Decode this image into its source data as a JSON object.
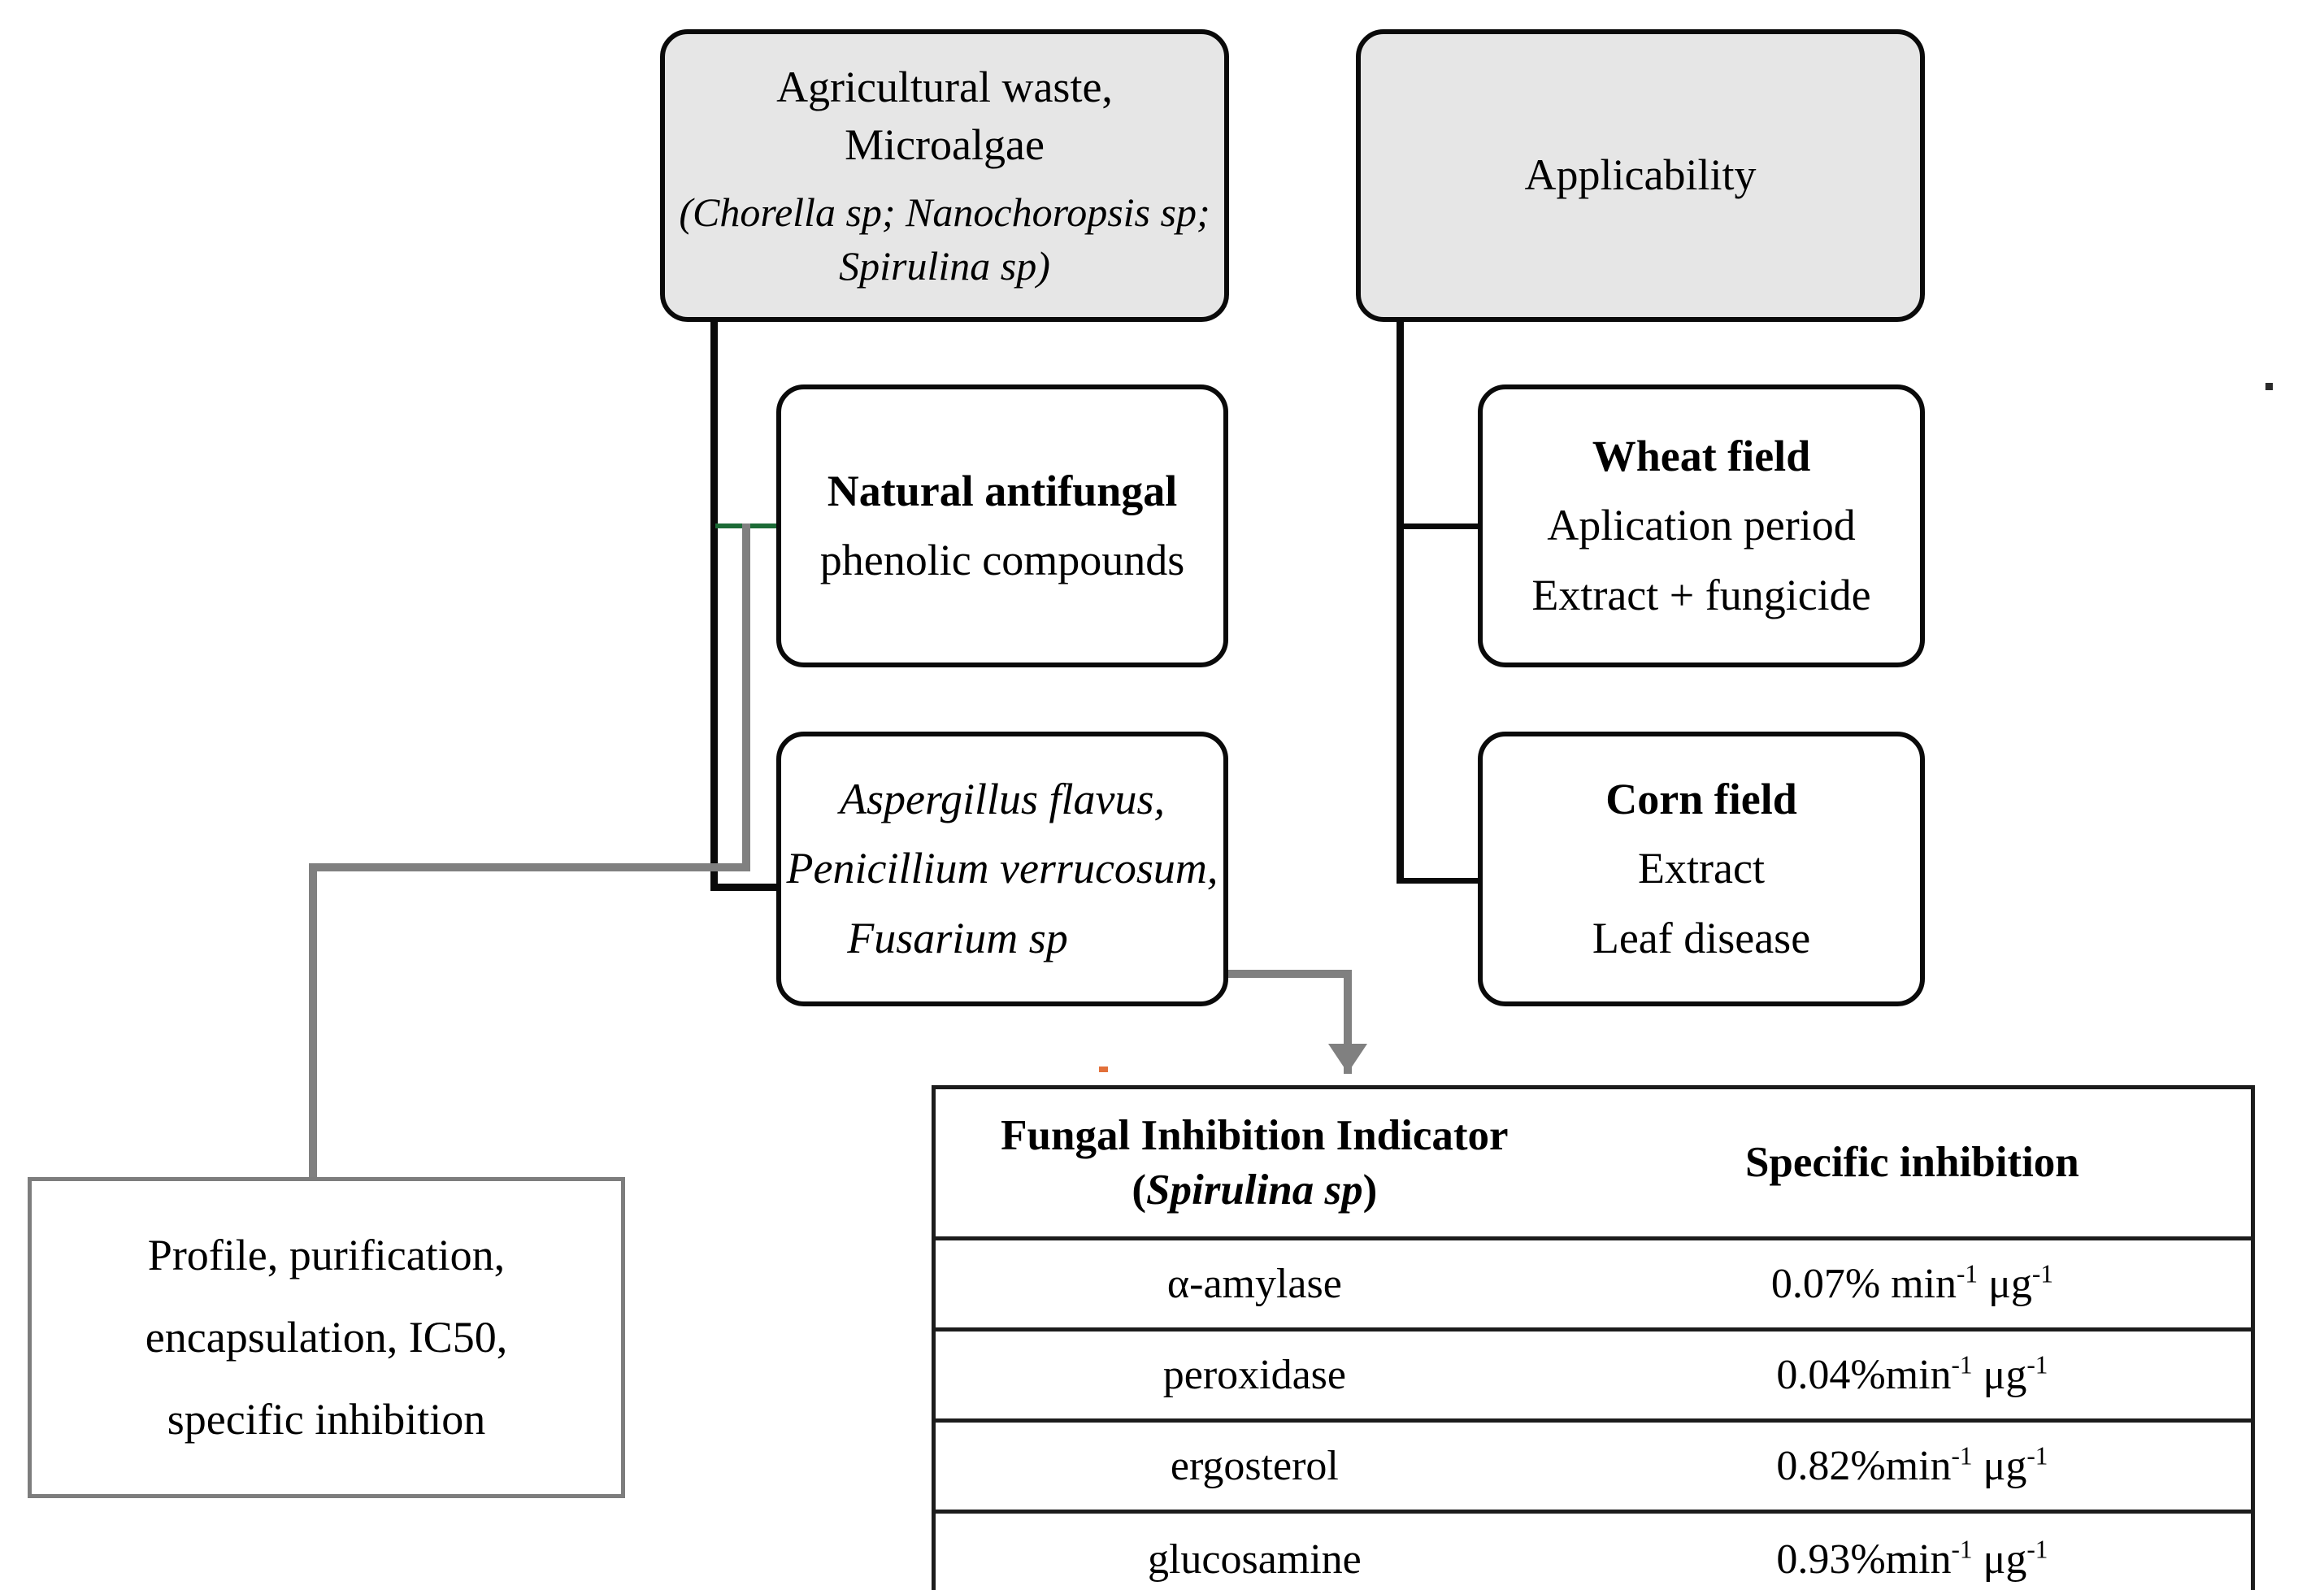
{
  "diagram": {
    "title": "Antifungal microalgae extract workflow",
    "colors": {
      "box_border": "#0a0a0a",
      "box_shaded_fill": "#e6e6e6",
      "connector_black": "#0a0a0a",
      "connector_gray": "#808080",
      "connector_green": "#1c6b36",
      "table_border": "#1c1c1c",
      "plain_box_border": "#7d7d7d"
    },
    "nodes": {
      "source": {
        "name": "agricultural-waste-microalgae",
        "line1": "Agricultural waste,",
        "line2": "Microalgae",
        "line3": "(Chorella sp; Nanochoropsis sp;",
        "line4": "Spirulina sp)",
        "shaded": true
      },
      "applicability": {
        "name": "applicability",
        "line1": "Applicability",
        "shaded": true
      },
      "antifungal": {
        "name": "natural-antifungal",
        "line1": "Natural antifungal",
        "line2": "phenolic compounds"
      },
      "fungi": {
        "name": "target-fungi",
        "line1": "Aspergillus flavus,",
        "line2": "Penicillium verrucosum,",
        "line3": "Fusarium sp"
      },
      "wheat": {
        "name": "wheat-field",
        "line1": "Wheat field",
        "line2": "Aplication period",
        "line3": "Extract + fungicide"
      },
      "corn": {
        "name": "corn-field",
        "line1": "Corn field",
        "line2": "Extract",
        "line3": "Leaf disease"
      },
      "analysis": {
        "name": "analysis-outputs",
        "line1": "Profile,  purification,",
        "line2": "encapsulation,  IC50,",
        "line3": "specific  inhibition"
      }
    }
  },
  "chart_data": {
    "type": "table",
    "title": "Fungal Inhibition Indicator (Spirulina sp) vs Specific inhibition",
    "headers": {
      "col1_line1": "Fungal Inhibition Indicator",
      "col1_line2_prefix": "(",
      "col1_line2_italic": "Spirulina sp",
      "col1_line2_suffix": ")",
      "col2": "Specific inhibition"
    },
    "categories": [
      "α-amylase",
      "peroxidase",
      "ergosterol",
      "glucosamine"
    ],
    "values": [
      0.07,
      0.04,
      0.82,
      0.93
    ],
    "unit": "% min⁻¹ μg⁻¹",
    "rows": [
      {
        "indicator": "α-amylase",
        "value_text": "0.07% min",
        "value_sup1": "-1",
        "value_mid": " μg",
        "value_sup2": "-1"
      },
      {
        "indicator": "peroxidase",
        "value_text": "0.04%min",
        "value_sup1": "-1",
        "value_mid": " μg",
        "value_sup2": "-1"
      },
      {
        "indicator": "ergosterol",
        "value_text": "0.82%min",
        "value_sup1": "-1",
        "value_mid": " μg",
        "value_sup2": "-1"
      },
      {
        "indicator": "glucosamine",
        "value_text": "0.93%min",
        "value_sup1": "-1",
        "value_mid": " μg",
        "value_sup2": "-1"
      }
    ]
  }
}
